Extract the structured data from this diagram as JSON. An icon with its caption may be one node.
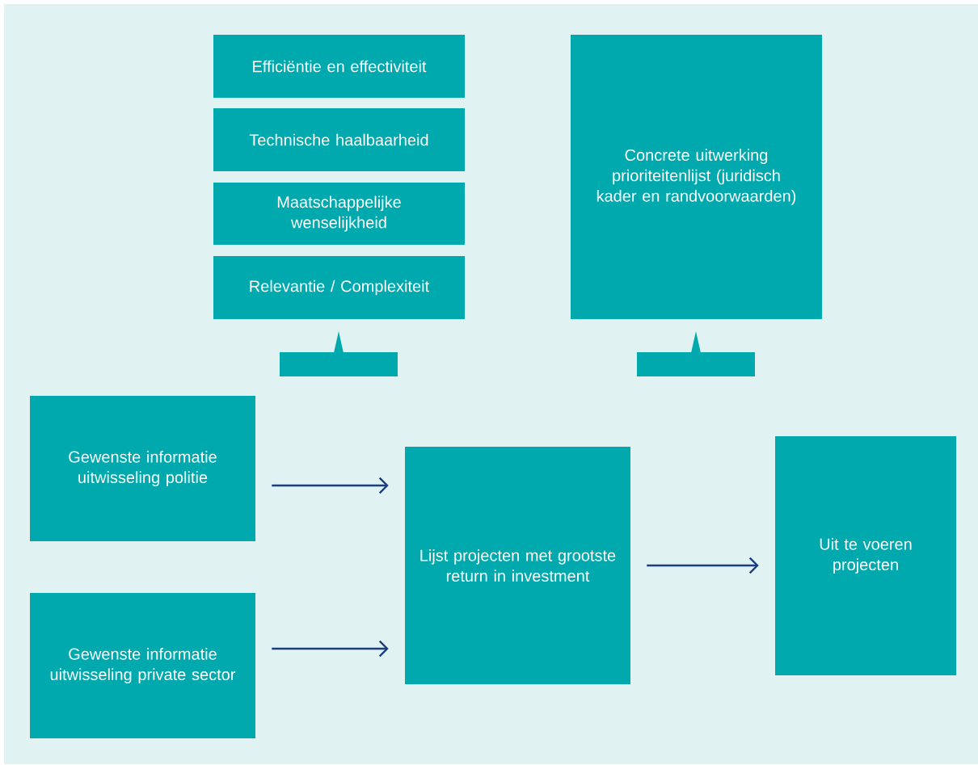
{
  "diagram": {
    "nodes": [
      {
        "text": [
          "Efficiëntie en effectiviteit"
        ]
      },
      {
        "text": [
          "Technische haalbaarheid"
        ]
      },
      {
        "text": [
          "Maatschappelijke wenselijkheid"
        ]
      },
      {
        "text": [
          "Relevantie / Complexiteit"
        ]
      },
      {
        "text": [
          "Concrete uitwerking prioriteitenlijst (juridisch kader en randvoorwaarden)"
        ]
      },
      {
        "text": [],
        "shape": "bar"
      },
      {
        "text": [],
        "shape": "bar"
      },
      {
        "text": [
          "Gewenste informatie uitwisseling politie"
        ]
      },
      {
        "text": [
          "Gewenste informatie uitwisseling private sector"
        ]
      },
      {
        "text": [
          "Lijst projecten met grootste return in investment"
        ]
      },
      {
        "text": [
          "Uit te voeren projecten"
        ]
      }
    ],
    "edges": [
      {
        "from": 7,
        "to": 9,
        "arrow": "to"
      },
      {
        "from": 8,
        "to": 9,
        "arrow": "to"
      },
      {
        "from": 9,
        "to": 10,
        "arrow": "to"
      }
    ]
  }
}
